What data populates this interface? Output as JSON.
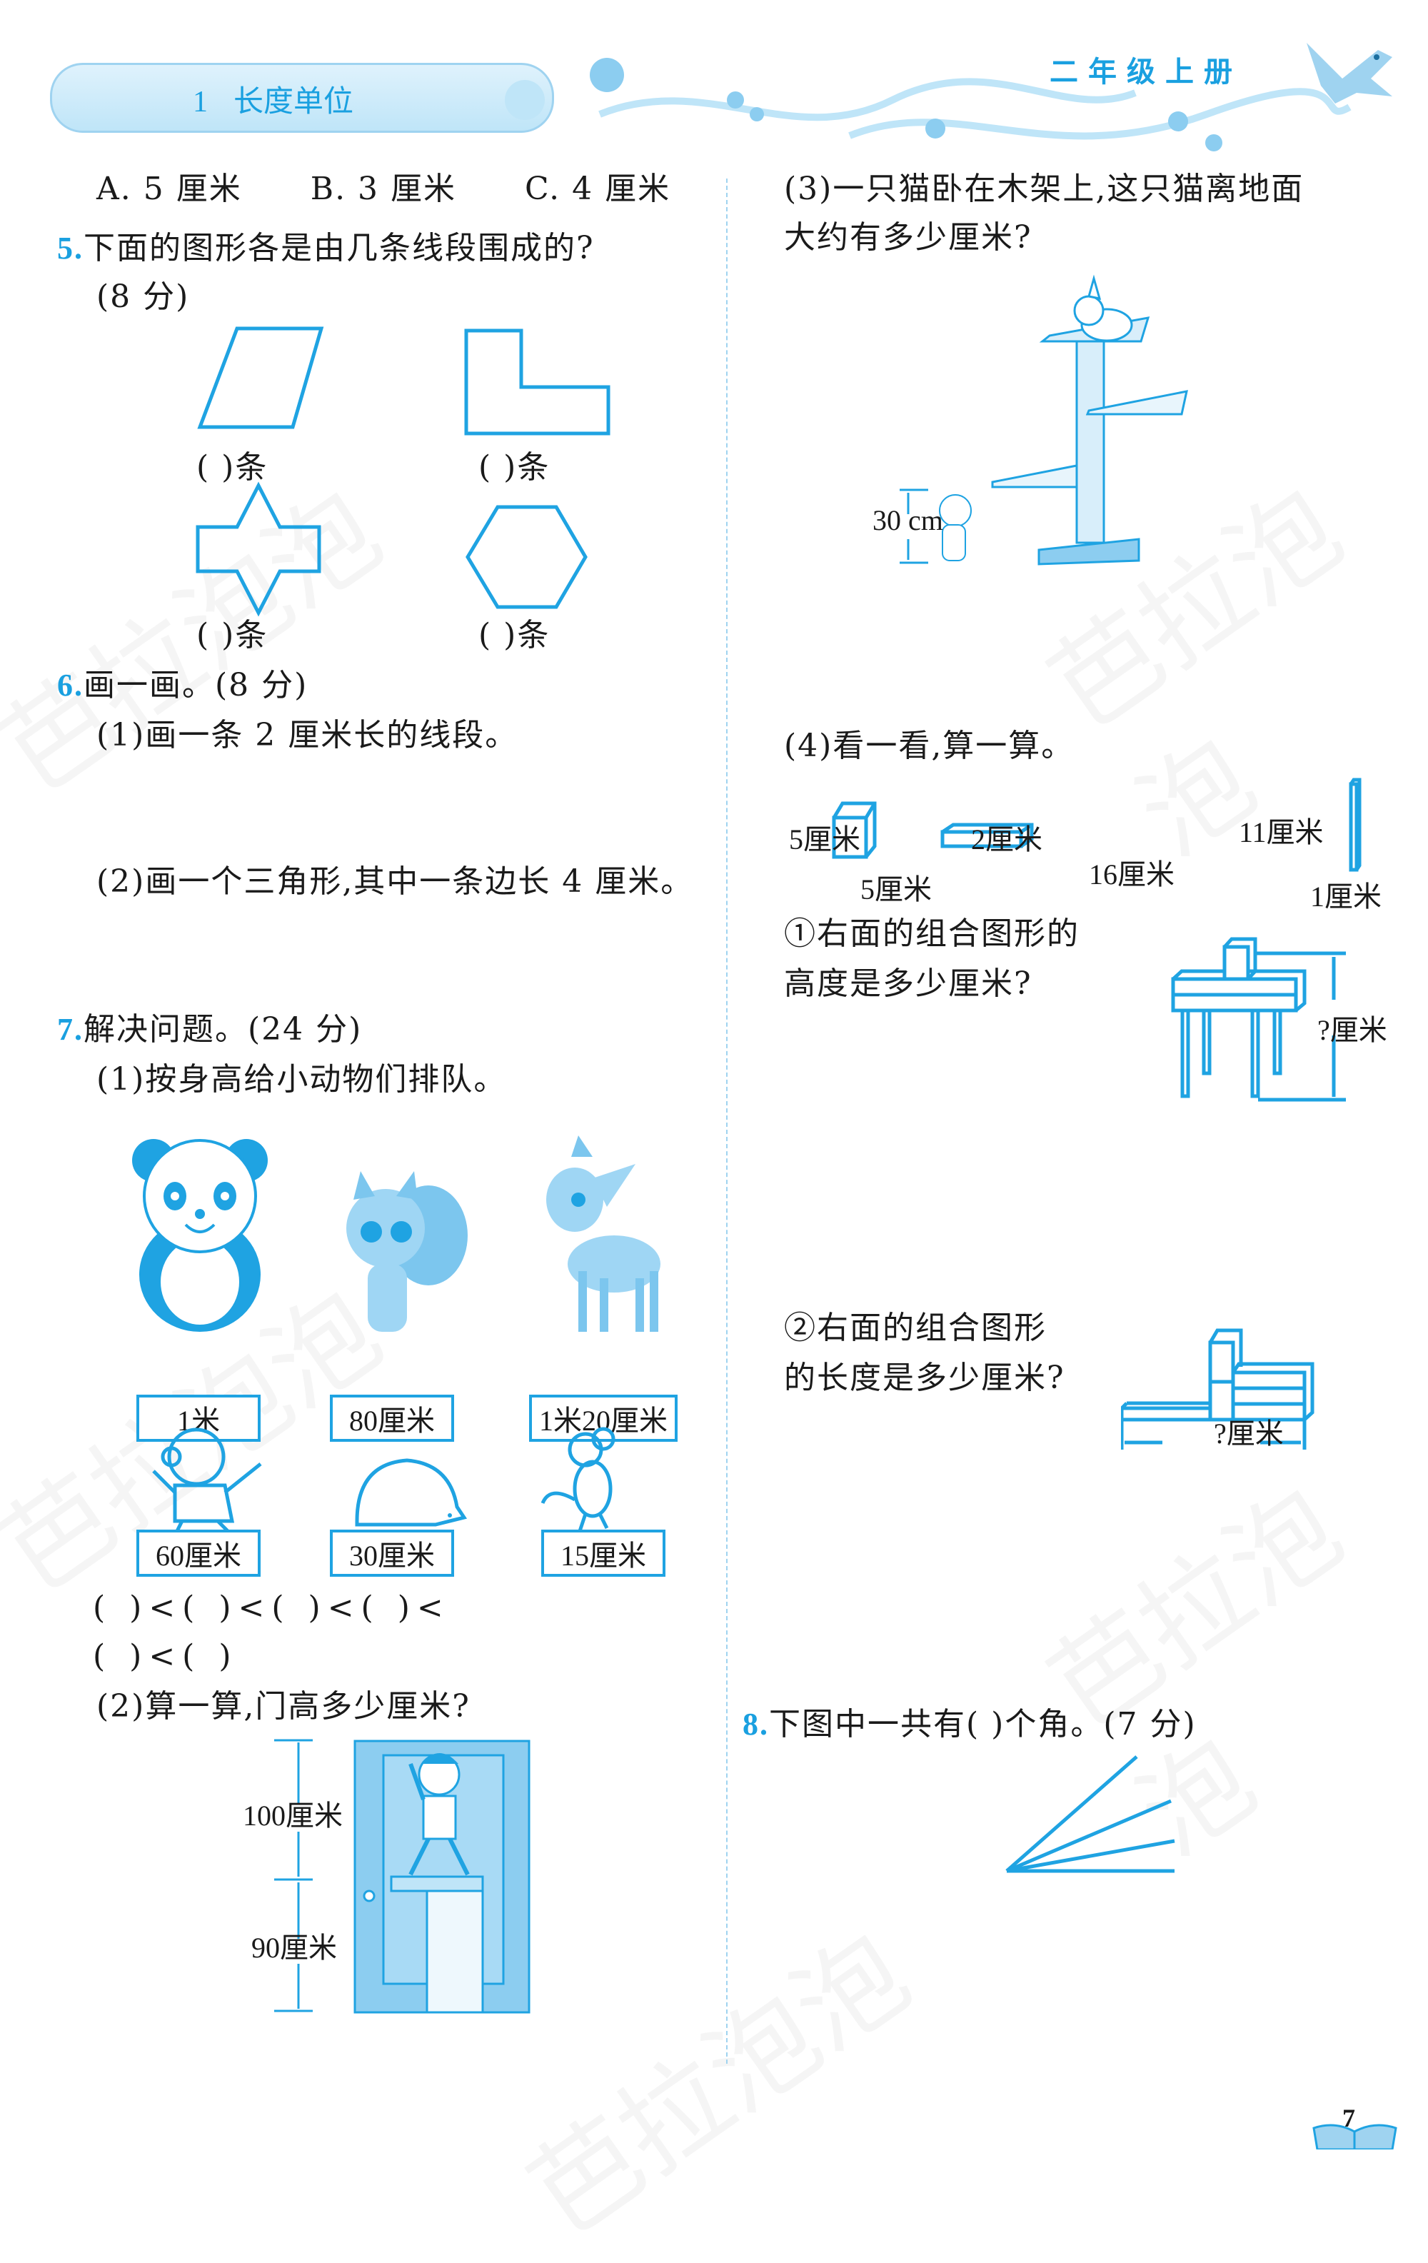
{
  "header": {
    "unit_number": "1",
    "unit_title": "长度单位",
    "grade_label": "二年级上册"
  },
  "watermark": "芭拉泡泡",
  "left": {
    "q4_options": [
      "A. 5 厘米",
      "B. 3 厘米",
      "C. 4 厘米"
    ],
    "q5": {
      "number": "5.",
      "text": "下面的图形各是由几条线段围成的?",
      "score": "(8 分)",
      "shapes": [
        {
          "name": "parallelogram",
          "blank": "(      )条"
        },
        {
          "name": "l-shape",
          "blank": "(      )条"
        },
        {
          "name": "cross-star",
          "blank": "(      )条"
        },
        {
          "name": "hexagon",
          "blank": "(      )条"
        }
      ]
    },
    "q6": {
      "number": "6.",
      "text": "画一画。(8 分)",
      "parts": [
        "(1)画一条 2 厘米长的线段。",
        "(2)画一个三角形,其中一条边长 4 厘米。"
      ]
    },
    "q7": {
      "number": "7.",
      "text": "解决问题。(24 分)",
      "part1": "(1)按身高给小动物们排队。",
      "animals": [
        {
          "name": "panda",
          "height": "1米"
        },
        {
          "name": "squirrel",
          "height": "80厘米"
        },
        {
          "name": "deer",
          "height": "1米20厘米"
        },
        {
          "name": "monkey",
          "height": "60厘米"
        },
        {
          "name": "hedgehog",
          "height": "30厘米"
        },
        {
          "name": "mouse",
          "height": "15厘米"
        }
      ],
      "order_line1": "(      )<(      )<(      )<(      )<",
      "order_line2": "(      )<(      )",
      "part2": "(2)算一算,门高多少厘米?",
      "door_dims": {
        "upper": "100厘米",
        "lower": "90厘米"
      }
    }
  },
  "right": {
    "q7_part3": {
      "text_line1": "(3)一只猫卧在木架上,这只猫离地面",
      "text_line2": "大约有多少厘米?",
      "cat_height": "30 cm"
    },
    "q7_part4": {
      "text": "(4)看一看,算一算。",
      "blocks": [
        {
          "name": "cube",
          "side_label": "5厘米",
          "bottom_label": "5厘米"
        },
        {
          "name": "long-board",
          "side_label": "2厘米",
          "bottom_label": "16厘米"
        },
        {
          "name": "thin-stick",
          "side_label": "11厘米",
          "bottom_label": "1厘米"
        }
      ],
      "sub1_line1": "①右面的组合图形的",
      "sub1_line2": "高度是多少厘米?",
      "sub1_dim": "?厘米",
      "sub2_line1": "②右面的组合图形",
      "sub2_line2": "的长度是多少厘米?",
      "sub2_dim": "?厘米"
    },
    "q8": {
      "number": "8.",
      "text": "下图中一共有(      )个角。(7 分)"
    }
  },
  "footer": {
    "page_number": "7"
  },
  "colors": {
    "accent": "#1aa0e0",
    "line": "#1fa3e2",
    "light": "#bfe5f8"
  }
}
